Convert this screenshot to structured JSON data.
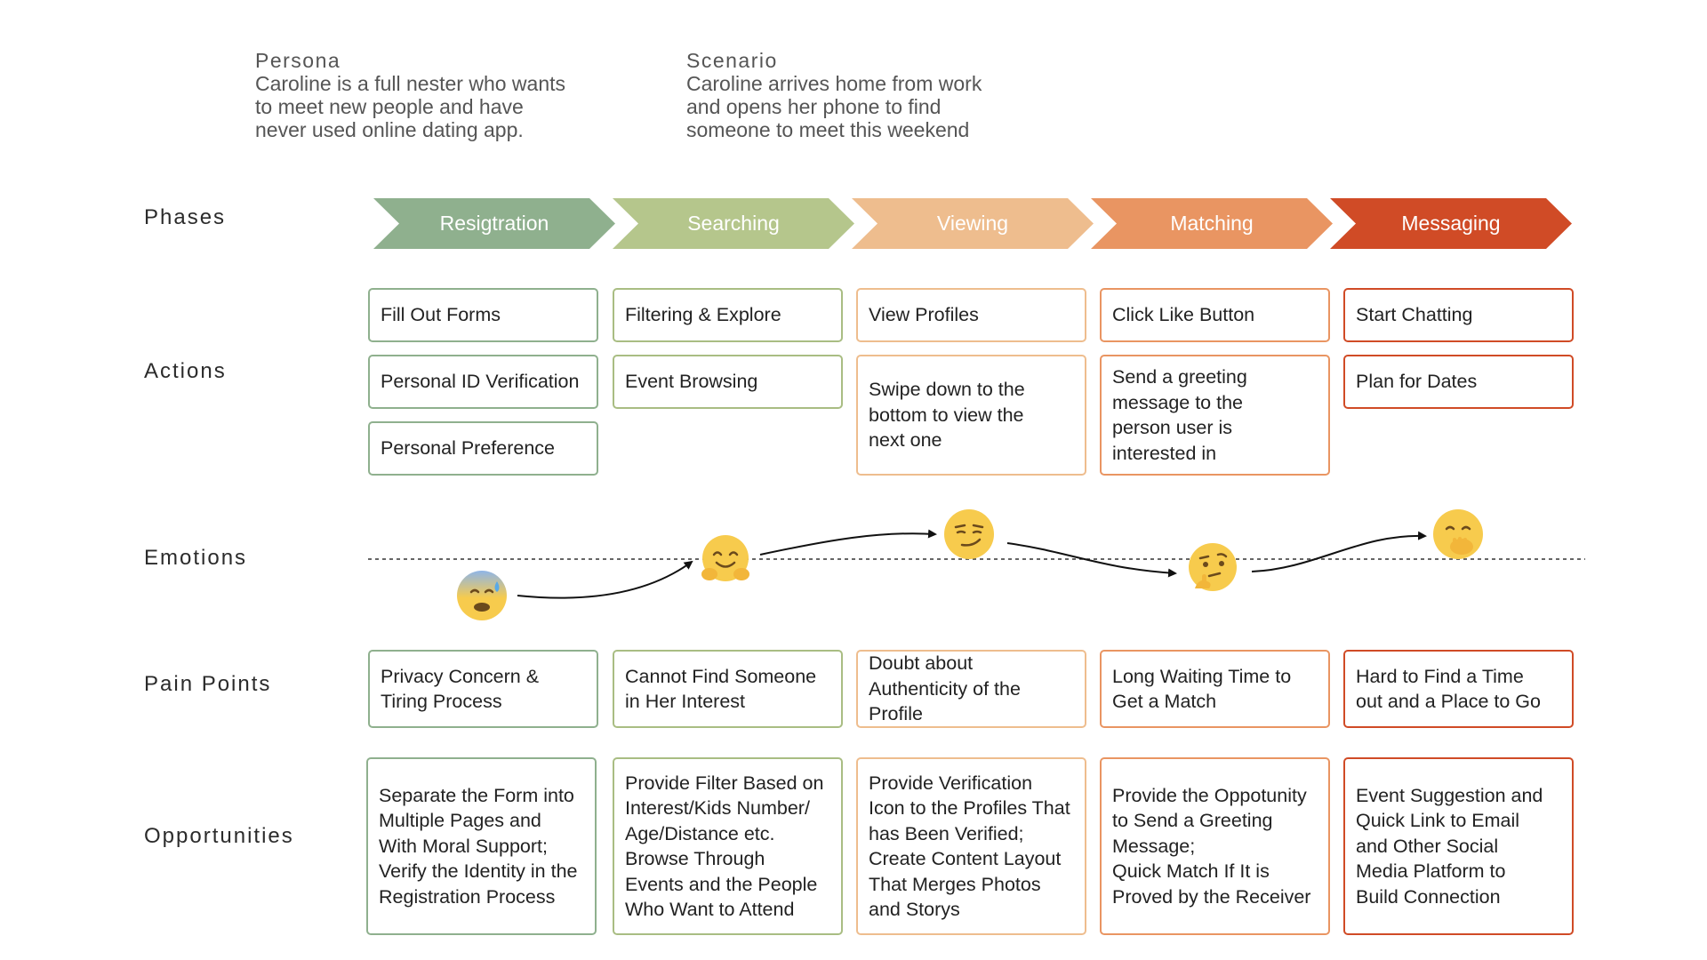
{
  "persona": {
    "heading": "Persona",
    "text": "Caroline is a full nester who wants\nto meet new people and have\nnever used online dating app."
  },
  "scenario": {
    "heading": "Scenario",
    "text": "Caroline arrives home from work\nand opens her phone to find\nsomeone to meet this weekend"
  },
  "row_labels": {
    "phases": "Phases",
    "actions": "Actions",
    "emotions": "Emotions",
    "pain_points": "Pain Points",
    "opportunities": "Opportunities"
  },
  "phases": [
    {
      "label": "Resigtration",
      "color": "#8fb08e",
      "actions": [
        "Fill Out Forms",
        "Personal ID Verification",
        "Personal Preference"
      ],
      "emotion": "anxious-sweat-face-icon",
      "pain_point": "Privacy Concern &\nTiring Process",
      "opportunity": "Separate the Form into\nMultiple Pages and\nWith Moral Support;\nVerify the Identity in the\nRegistration Process"
    },
    {
      "label": "Searching",
      "color": "#b5c68c",
      "actions": [
        "Filtering & Explore",
        "Event Browsing"
      ],
      "emotion": "hugging-face-icon",
      "pain_point": "Cannot Find Someone\nin Her Interest",
      "opportunity": "Provide Filter Based on\nInterest/Kids Number/\nAge/Distance etc.\nBrowse Through\nEvents and the People\nWho Want to Attend"
    },
    {
      "label": "Viewing",
      "color": "#eebd8e",
      "actions": [
        "View Profiles",
        "Swipe down to the\nbottom to view the\nnext one"
      ],
      "emotion": "smirking-face-icon",
      "pain_point": "Doubt about\nAuthenticity of the\nProfile",
      "opportunity": "Provide Verification\nIcon to the Profiles That\nhas Been Verified;\nCreate Content Layout\nThat Merges Photos\nand Storys"
    },
    {
      "label": "Matching",
      "color": "#e99562",
      "actions": [
        "Click Like Button",
        "Send a greeting\nmessage to the\nperson user is\ninterested in"
      ],
      "emotion": "thinking-face-icon",
      "pain_point": "Long Waiting Time to\nGet a Match",
      "opportunity": "Provide the Oppotunity\nto Send a Greeting\nMessage;\nQuick Match If It is\nProved by the Receiver"
    },
    {
      "label": "Messaging",
      "color": "#d04b26",
      "actions": [
        "Start Chatting",
        "Plan for Dates"
      ],
      "emotion": "giggling-face-icon",
      "pain_point": "Hard to Find a Time\nout and a Place to Go",
      "opportunity": "Event Suggestion and\nQuick Link to Email\nand Other Social\nMedia Platform to\nBuild Connection"
    }
  ],
  "colors": {
    "card_border_green": "#8fb08e",
    "card_border_lime": "#a9bd83",
    "card_border_peach": "#eebd8e",
    "card_border_orange": "#e99562",
    "card_border_red": "#d04b26",
    "emoji_yellow": "#f7cb4d",
    "baseline": "#333333"
  }
}
